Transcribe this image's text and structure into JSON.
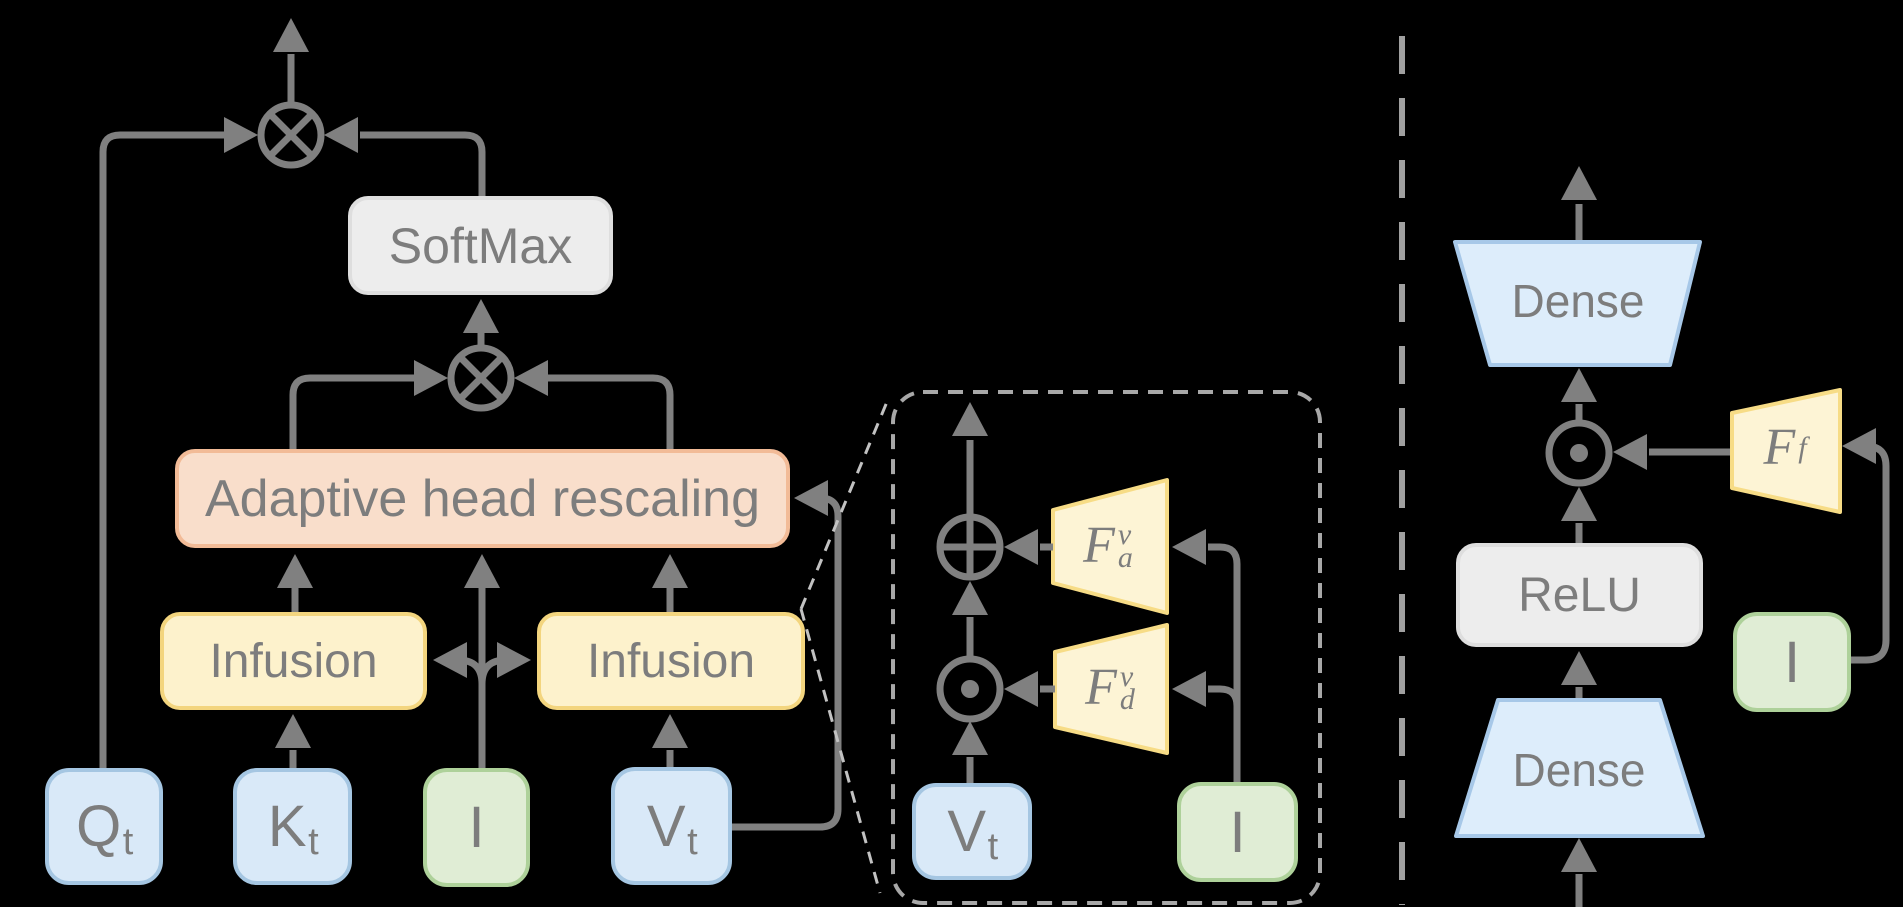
{
  "figure": {
    "description": "Architecture diagram: attention block with infusion and adaptive head rescaling (left), exploded infusion detail (middle, dashed callout), and feed-forward block (right)"
  },
  "colors": {
    "background": "#000000",
    "wire": "#808080",
    "text": "#7d7d7d",
    "gray_box_fill": "#ededed",
    "gray_box_border": "#dedede",
    "peach_box_fill": "#f9decb",
    "peach_box_border": "#f2bb97",
    "yellow_box_fill": "#fdf2cc",
    "yellow_box_border": "#f3d57e",
    "blue_box_fill": "#d9e9f8",
    "blue_box_border": "#a5c6e2",
    "green_box_fill": "#e0edd5",
    "green_box_border": "#aed19a",
    "trap_blue_fill": "#ddedfb",
    "trap_blue_border": "#a7c8e8",
    "trap_yellow_fill": "#fdf4d5",
    "trap_yellow_border": "#f7dc86",
    "dashed_box_border": "#a8a8a8",
    "divider": "#a0a0a0",
    "connector_dash": "#c2c2c2"
  },
  "attention": {
    "softmax": "SoftMax",
    "rescaling": "Adaptive head rescaling",
    "infusion_left": "Infusion",
    "infusion_right": "Infusion",
    "inputs": {
      "q": {
        "base": "Q",
        "sub": "t"
      },
      "k": {
        "base": "K",
        "sub": "t"
      },
      "i": {
        "base": "I",
        "sub": ""
      },
      "v": {
        "base": "V",
        "sub": "t"
      }
    }
  },
  "infusion_detail": {
    "f_add": {
      "base": "F",
      "sup": "v",
      "sub": "a"
    },
    "f_scale": {
      "base": "F",
      "sup": "v",
      "sub": "d"
    },
    "v_input": {
      "base": "V",
      "sub": "t"
    },
    "i_input": {
      "base": "I",
      "sub": ""
    }
  },
  "ffn": {
    "dense_top": "Dense",
    "relu": "ReLU",
    "dense_bottom": "Dense",
    "f_ffn": {
      "base": "F",
      "sup": "f",
      "sub": ""
    },
    "i_input": {
      "base": "I",
      "sub": ""
    }
  },
  "operators": {
    "matmul_top": "circle-cross-matmul-icon",
    "matmul_mid": "circle-cross-matmul-icon",
    "add_detail": "circle-plus-add-icon",
    "hadamard_detail": "circle-dot-multiply-icon",
    "hadamard_ffn": "circle-dot-multiply-icon"
  }
}
